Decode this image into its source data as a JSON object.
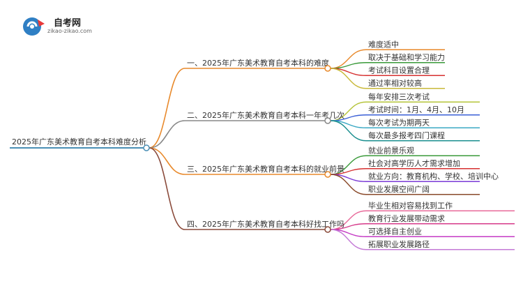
{
  "logo": {
    "title": "自考网",
    "url": "zikao-zikao.com"
  },
  "root": {
    "label": "2025年广东美术教育自考本科难度分析",
    "color": "#4a8fb5"
  },
  "branches": [
    {
      "label": "一、2025年广东美术教育自考本科的难度",
      "color": "#e8892b",
      "children": [
        {
          "label": "难度适中",
          "color": "#e8892b"
        },
        {
          "label": "取决于基础和学习能力",
          "color": "#3a9a3a"
        },
        {
          "label": "考试科目设置合理",
          "color": "#d63030"
        },
        {
          "label": "通过率相对较高",
          "color": "#c9b93a"
        }
      ]
    },
    {
      "label": "二、2025年广东美术教育自考本科一年考几次",
      "color": "#888888",
      "children": [
        {
          "label": "每年安排三次考试",
          "color": "#b5c43a"
        },
        {
          "label": "考试时间：1月、4月、10月",
          "color": "#3a5fd6"
        },
        {
          "label": "每次考试为期两天",
          "color": "#3aa8c4"
        },
        {
          "label": "每次最多报考四门课程",
          "color": "#1a8f8f"
        }
      ]
    },
    {
      "label": "三、2025年广东美术教育自考本科的就业前景",
      "color": "#e8892b",
      "children": [
        {
          "label": "就业前景乐观",
          "color": "#3a9a3a"
        },
        {
          "label": "社会对高学历人才需求增加",
          "color": "#d63030"
        },
        {
          "label": "就业方向：教育机构、学校、培训中心",
          "color": "#7a3ad6"
        },
        {
          "label": "职业发展空间广阔",
          "color": "#8a4a2a"
        }
      ]
    },
    {
      "label": "四、2025年广东美术教育自考本科好找工作吗",
      "color": "#8a4a3a",
      "children": [
        {
          "label": "毕业生相对容易找到工作",
          "color": "#e86a9a"
        },
        {
          "label": "教育行业发展带动需求",
          "color": "#d63a8a"
        },
        {
          "label": "可选择自主创业",
          "color": "#c43ac4"
        },
        {
          "label": "拓展职业发展路径",
          "color": "#c47ad6"
        }
      ]
    }
  ]
}
